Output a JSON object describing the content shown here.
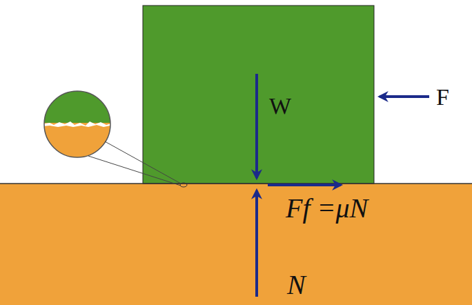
{
  "diagram": {
    "labels": [
      "W",
      "F",
      "Ff =μN",
      "N"
    ]
  }
}
